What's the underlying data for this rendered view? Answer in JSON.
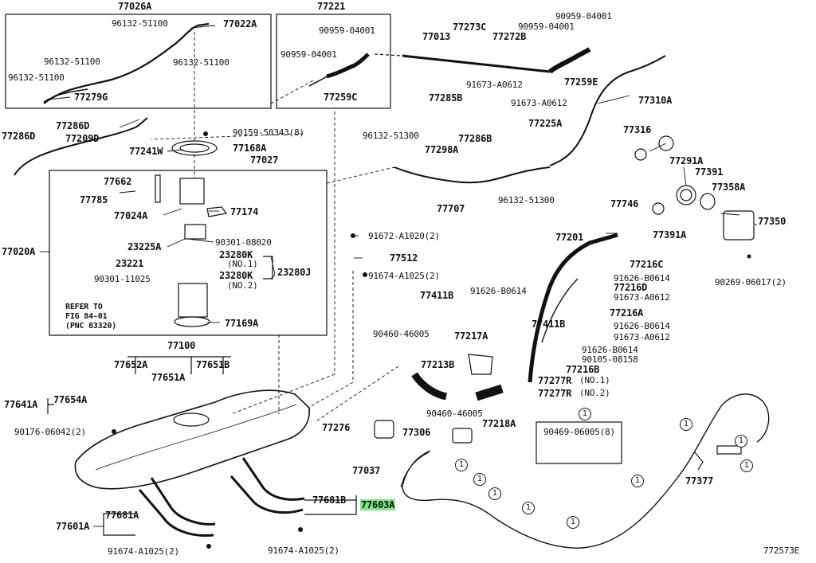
{
  "labels": {
    "l77026A": "77026A",
    "l77221": "77221",
    "l96132_51100_a": "96132-51100",
    "l77022A": "77022A",
    "l96132_51100_b": "96132-51100",
    "l96132_51100_c": "96132-51100",
    "l96132_51100_d": "96132-51100",
    "l77279G": "77279G",
    "l90959_04001_a": "90959-04001",
    "l90959_04001_b": "90959-04001",
    "l77259C": "77259C",
    "l77013": "77013",
    "l77273C": "77273C",
    "l77272B": "77272B",
    "l90959_04001_c": "90959-04001",
    "l90959_04001_d": "90959-04001",
    "l77259E": "77259E",
    "l77285B": "77285B",
    "l91673_A0612_a": "91673-A0612",
    "l91673_A0612_b": "91673-A0612",
    "l77286D": "77286D",
    "l77286D_b": "77286D",
    "l77209D": "77209D",
    "l77241W": "77241W",
    "l90159_50343": "90159-50343(8)",
    "l77168A": "77168A",
    "l77027": "77027",
    "l96132_51300_a": "96132-51300",
    "l77298A": "77298A",
    "l77286B": "77286B",
    "l77225A": "77225A",
    "l77310A": "77310A",
    "l77316": "77316",
    "l77291A": "77291A",
    "l77391": "77391",
    "l77358A": "77358A",
    "l77350": "77350",
    "l77391A": "77391A",
    "l90269_06017": "90269-06017(2)",
    "l77707": "77707",
    "l96132_51300_b": "96132-51300",
    "l77746": "77746",
    "l77662": "77662",
    "l77785": "77785",
    "l77024A": "77024A",
    "l77174": "77174",
    "l77020A": "77020A",
    "l23225A": "23225A",
    "l90301_08020": "90301-08020",
    "l23221": "23221",
    "l23280K_1": "23280K",
    "no1": "(NO.1)",
    "l23280K_2": "23280K",
    "no2": "(NO.2)",
    "l23280J": "23280J",
    "l90301_11025": "90301-11025",
    "refer1": "REFER TO",
    "refer2": "FIG 84-01",
    "refer3": "(PNC 83320)",
    "l77169A": "77169A",
    "l91672_A1020": "91672-A1020(2)",
    "l77512": "77512",
    "l91674_A1025_a": "91674-A1025(2)",
    "l77201": "77201",
    "l77216C": "77216C",
    "l91626_B0614_a": "91626-B0614",
    "l77216D": "77216D",
    "l91673_A0612_c": "91673-A0612",
    "l77411B_a": "77411B",
    "l91626_B0614_b": "91626-B0614",
    "l77216A": "77216A",
    "l91626_B0614_c": "91626-B0614",
    "l91673_A0612_d": "91673-A0612",
    "l77411B_b": "77411B",
    "l90460_46005_a": "90460-46005",
    "l77217A": "77217A",
    "l91626_B0614_d": "91626-B0614",
    "l90105_08158": "90105-08158",
    "l77216B": "77216B",
    "l77213B": "77213B",
    "l77277R_1": "77277R",
    "no1b": "(NO.1)",
    "l77277R_2": "77277R",
    "no2b": "(NO.2)",
    "l77100": "77100",
    "l77652A": "77652A",
    "l77651A": "77651A",
    "l77651B": "77651B",
    "l77641A": "77641A",
    "l77654A": "77654A",
    "l90460_46005_b": "90460-46005",
    "l77218A": "77218A",
    "l90176_06042": "90176-06042(2)",
    "l77276": "77276",
    "l77306": "77306",
    "l90469_06005": "90469-06005(8)",
    "l77037": "77037",
    "l77377": "77377",
    "l77681B": "77681B",
    "l77603A": "77603A",
    "l77601A": "77601A",
    "l77681A": "77681A",
    "l91674_A1025_b": "91674-A1025(2)",
    "l91674_A1025_c": "91674-A1025(2)",
    "ref_code": "772573E",
    "c1": "1"
  }
}
